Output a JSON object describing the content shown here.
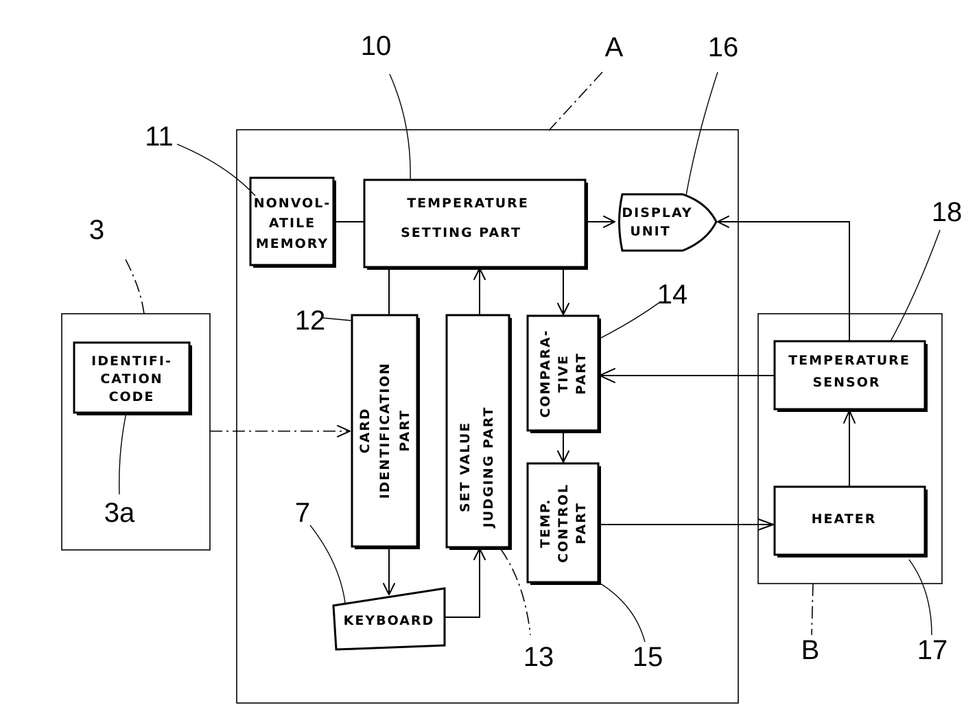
{
  "reference_numerals": {
    "card": "3",
    "code_ref": "3a",
    "keyboard": "7",
    "temp_setting": "10",
    "memory": "11",
    "card_id": "12",
    "set_value": "13",
    "comparative": "14",
    "temp_control": "15",
    "display": "16",
    "heater": "17",
    "sensor": "18",
    "unit_a": "A",
    "unit_b": "B"
  },
  "blocks": {
    "identification_code": [
      "IDENTIFI-",
      "CATION",
      "CODE"
    ],
    "nonvolatile_memory": [
      "NONVOL-",
      "ATILE",
      "MEMORY"
    ],
    "temperature_setting": [
      "TEMPERATURE",
      "SETTING PART"
    ],
    "display_unit": [
      "DISPLAY",
      "UNIT"
    ],
    "card_identification": [
      "CARD",
      "IDENTIFICATION",
      "PART"
    ],
    "set_value_judging": [
      "SET VALUE",
      "JUDGING PART"
    ],
    "comparative": [
      "COMPARA-",
      "TIVE",
      "PART"
    ],
    "temp_control": [
      "TEMP.",
      "CONTROL",
      "PART"
    ],
    "temperature_sensor": [
      "TEMPERATURE",
      "SENSOR"
    ],
    "heater": [
      "HEATER"
    ],
    "keyboard": [
      "KEYBOARD"
    ]
  }
}
